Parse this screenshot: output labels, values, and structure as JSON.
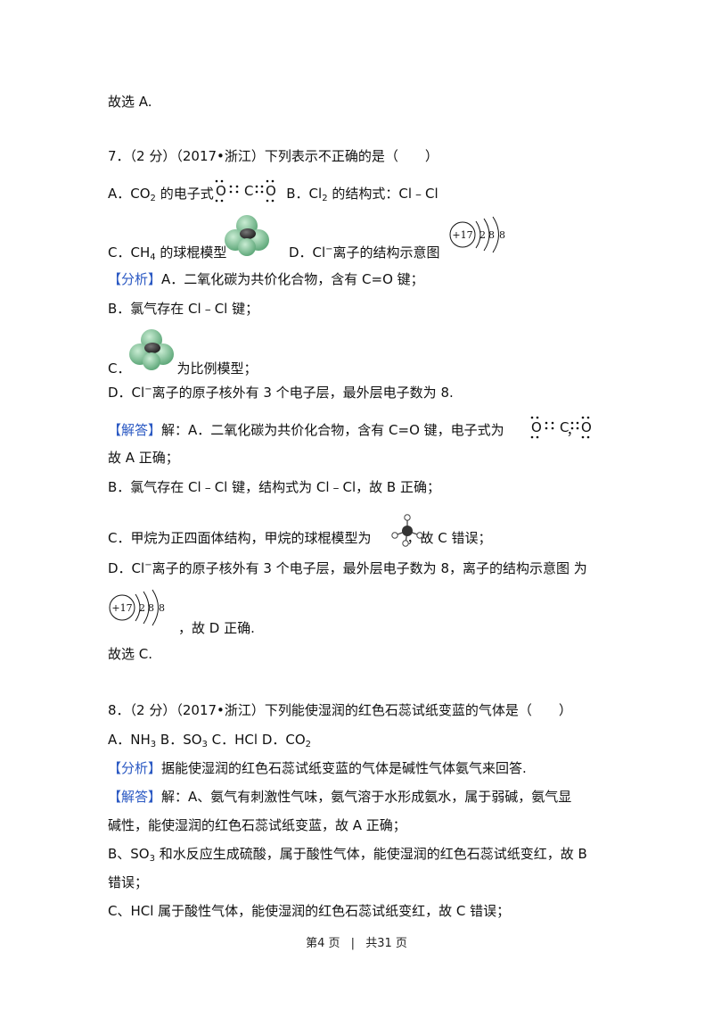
{
  "l01": "故选 A.",
  "q7": {
    "stem": "7．（2 分）（2017•浙江）下列表示不正确的是（　　）",
    "optA_pre": "A．CO",
    "optA_sub": "2",
    "optA_post": " 的电子式",
    "optB_pre": "B．Cl",
    "optB_sub": "2",
    "optB_post": " 的结构式：Cl﹣Cl",
    "optC_pre": "C．CH",
    "optC_sub": "4",
    "optC_post": " 的球棍模型",
    "optD_pre": "D．Cl",
    "optD_sup": "−",
    "optD_post": "离子的结构示意图",
    "analysis_tag": "【分析】",
    "analysis_a": "A．二氧化碳为共价化合物，含有 C=O 键；",
    "analysis_b": "B．氯气存在 Cl﹣Cl 键；",
    "analysis_c_pre": "C．",
    "analysis_c_post": "为比例模型；",
    "analysis_d_pre": "D．Cl",
    "analysis_d_sup": "−",
    "analysis_d_post": "离子的原子核外有 3 个电子层，最外层电子数为 8.",
    "answer_tag": "【解答】",
    "answer_a": "解：A．二氧化碳为共价化合物，含有 C=O 键，电子式为",
    "answer_a_end": "，",
    "answer_a2": "故 A 正确；",
    "answer_b": "B．氯气存在 Cl﹣Cl 键，结构式为 Cl﹣Cl，故 B 正确；",
    "answer_c_pre": "C．甲烷为正四面体结构，甲烷的球棍模型为",
    "answer_c_post": "，故 C 错误；",
    "answer_d_pre": "D．Cl",
    "answer_d_sup": "−",
    "answer_d_post": "离子的原子核外有 3 个电子层，最外层电子数为 8，离子的结构示意图  为",
    "answer_d2": "，故 D 正确.",
    "conclusion": "故选 C."
  },
  "q8": {
    "stem": "8．（2 分）（2017•浙江）下列能使湿润的红色石蕊试纸变蓝的气体是（　　）",
    "opt_a": "A．NH",
    "opt_a_sub": "3",
    "opt_b": " B．SO",
    "opt_b_sub": "3",
    "opt_cd": " C．HCl  D．CO",
    "opt_d_sub": "2",
    "analysis_tag": "【分析】",
    "analysis": "据能使湿润的红色石蕊试纸变蓝的气体是碱性气体氨气来回答.",
    "answer_tag": "【解答】",
    "answer_1": "解：A、氨气有刺激性气味，氨气溶于水形成氨水，属于弱碱，氨气显",
    "answer_2": "碱性，能使湿润的红色石蕊试纸变蓝，故 A 正确；",
    "answer_3_pre": "B、SO",
    "answer_3_sub": "3",
    "answer_3_post": " 和水反应生成硫酸，属于酸性气体，能使湿润的红色石蕊试纸变红，故 B",
    "answer_4": "错误；",
    "answer_5": "C、HCl 属于酸性气体，能使湿润的红色石蕊试纸变红，故 C 错误；"
  },
  "diagram": {
    "nucleus": "+17",
    "shells": [
      "2",
      "8",
      "8"
    ],
    "lewis_o": "O",
    "lewis_c": "C",
    "lewis_o2": "O"
  },
  "footer": {
    "page": "第4 页",
    "sep": "|",
    "total": "共31 页"
  }
}
